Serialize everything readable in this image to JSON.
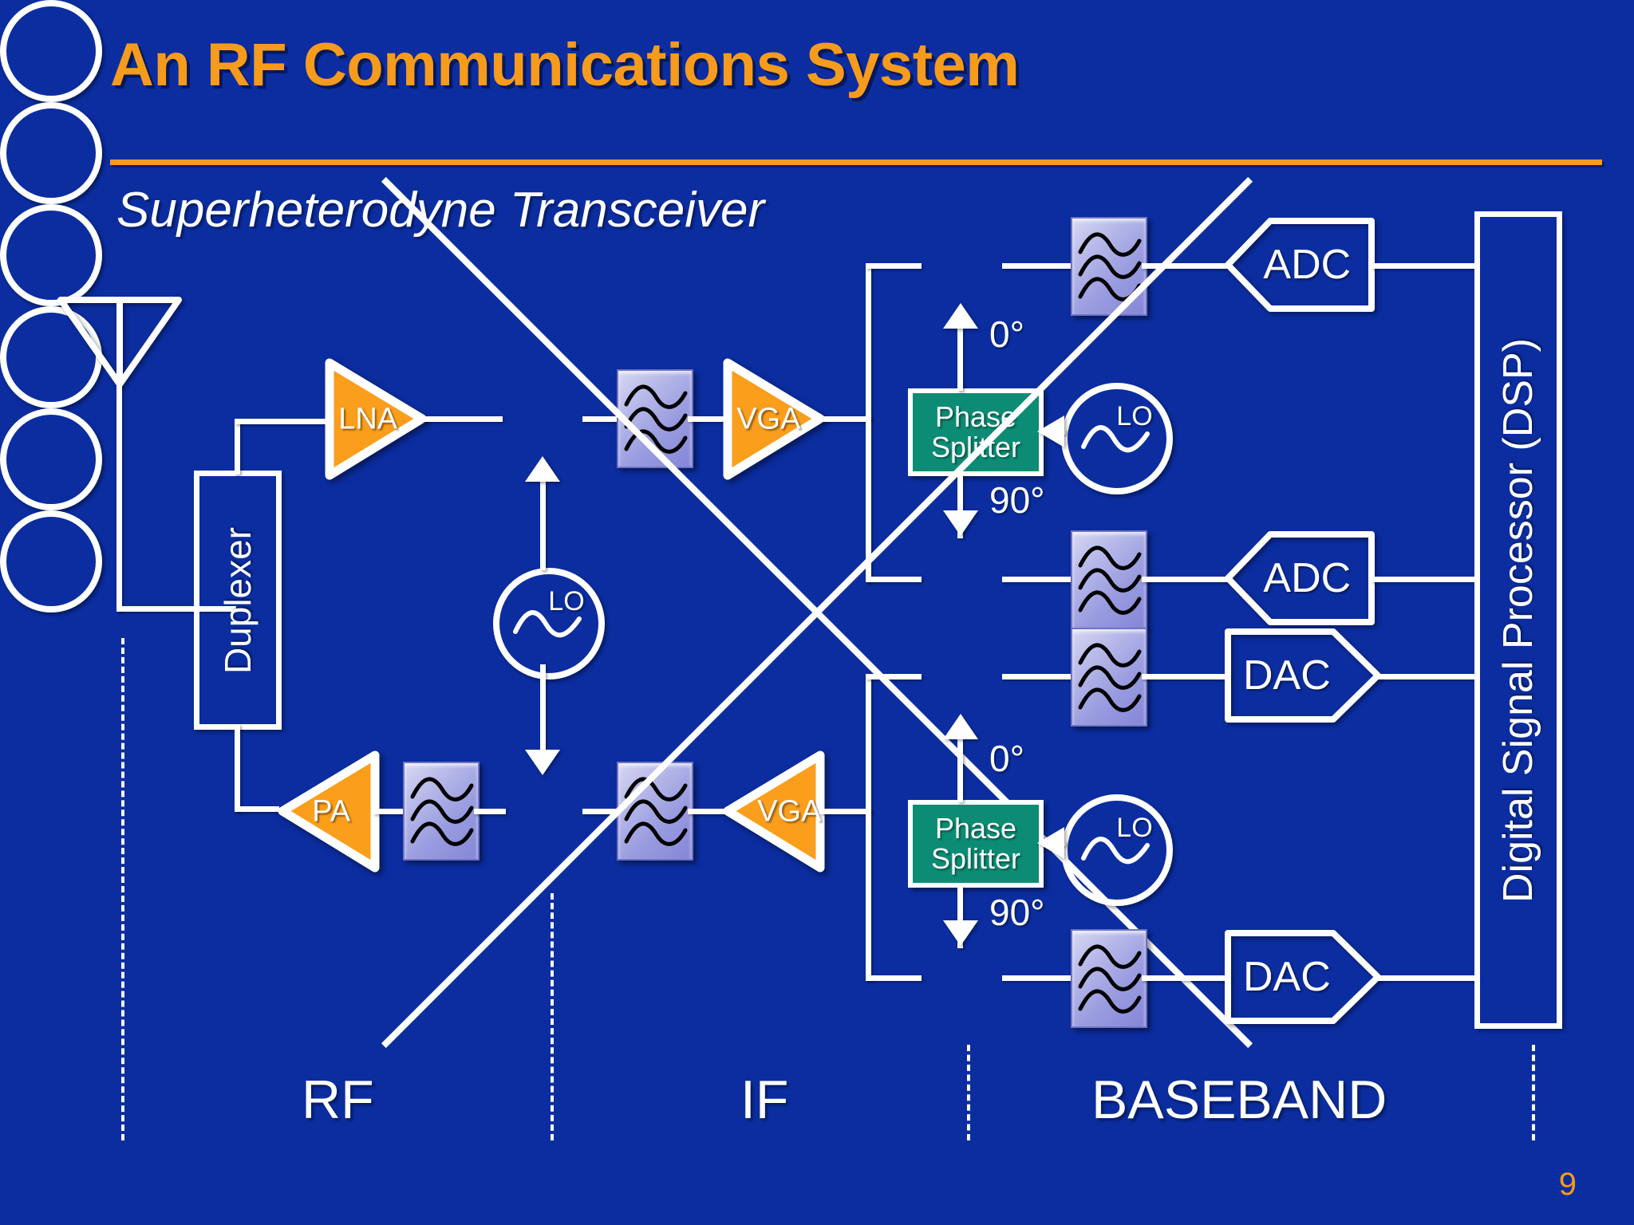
{
  "slide": {
    "title": "An RF Communications System",
    "subtitle": "Superheterodyne Transceiver",
    "page_number": "9",
    "colors": {
      "background": "#0b2da0",
      "accent_orange": "#f79b1d",
      "wire_white": "#ffffff",
      "amp_fill": "#fb9e1c",
      "phase_splitter_fill": "#0c8c74",
      "filter_fill": "#b9bbea"
    }
  },
  "blocks": {
    "antenna": {
      "name": "antenna"
    },
    "duplexer": {
      "label": "Duplexer"
    },
    "lna": {
      "label": "LNA"
    },
    "pa": {
      "label": "PA"
    },
    "vga_rx": {
      "label": "VGA"
    },
    "vga_tx": {
      "label": "VGA"
    },
    "lo_main": {
      "label": "LO"
    },
    "lo_rx": {
      "label": "LO"
    },
    "lo_tx": {
      "label": "LO"
    },
    "phase_splitter_rx": {
      "line1": "Phase",
      "line2": "Splitter"
    },
    "phase_splitter_tx": {
      "line1": "Phase",
      "line2": "Splitter"
    },
    "adc_i": {
      "label": "ADC"
    },
    "adc_q": {
      "label": "ADC"
    },
    "dac_i": {
      "label": "DAC"
    },
    "dac_q": {
      "label": "DAC"
    },
    "dsp": {
      "label": "Digital Signal Processor (DSP)"
    }
  },
  "phase_labels": {
    "rx_zero": "0°",
    "rx_ninety": "90°",
    "tx_zero": "0°",
    "tx_ninety": "90°"
  },
  "band_labels": {
    "rf": "RF",
    "if": "IF",
    "baseband": "BASEBAND"
  },
  "icons": {
    "filter_rf_rx": "filter-icon",
    "filter_if_rx": "filter-icon",
    "filter_bb_i_rx": "filter-icon",
    "filter_bb_q_rx": "filter-icon",
    "filter_rf_tx": "filter-icon",
    "filter_if_tx": "filter-icon",
    "filter_bb_i_tx": "filter-icon",
    "filter_bb_q_tx": "filter-icon",
    "mixer_rf_rx": "mixer-icon",
    "mixer_i_rx": "mixer-icon",
    "mixer_q_rx": "mixer-icon",
    "mixer_rf_tx": "mixer-icon",
    "mixer_i_tx": "mixer-icon",
    "mixer_q_tx": "mixer-icon",
    "oscillator": "sine-wave-icon"
  }
}
